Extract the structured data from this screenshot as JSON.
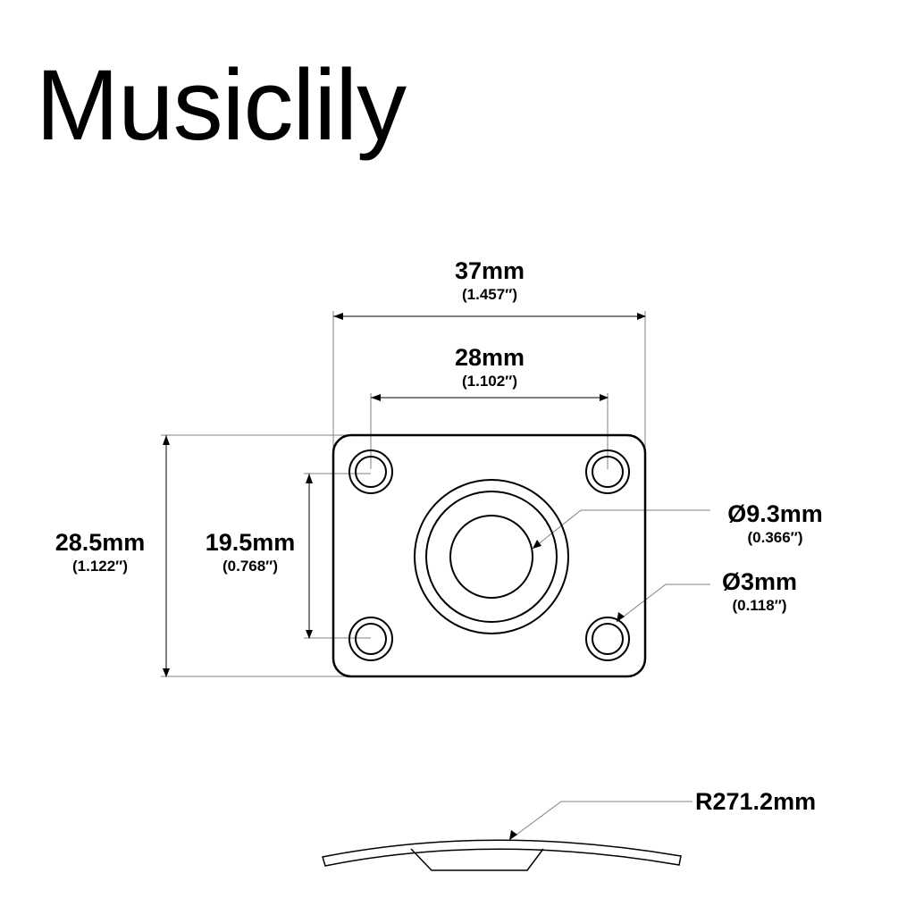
{
  "brand": "Musiclily",
  "dimensions": {
    "overall_width": {
      "mm": "37mm",
      "in": "(1.457″)"
    },
    "hole_spacing_width": {
      "mm": "28mm",
      "in": "(1.102″)"
    },
    "overall_height": {
      "mm": "28.5mm",
      "in": "(1.122″)"
    },
    "hole_spacing_height": {
      "mm": "19.5mm",
      "in": "(0.768″)"
    },
    "center_hole_diameter": {
      "mm": "Ø9.3mm",
      "in": "(0.366″)"
    },
    "screw_hole_diameter": {
      "mm": "Ø3mm",
      "in": "(0.118″)"
    },
    "curvature_radius": {
      "mm": "R271.2mm"
    }
  },
  "colors": {
    "line": "#000000",
    "leader": "#808080",
    "background": "#ffffff"
  }
}
